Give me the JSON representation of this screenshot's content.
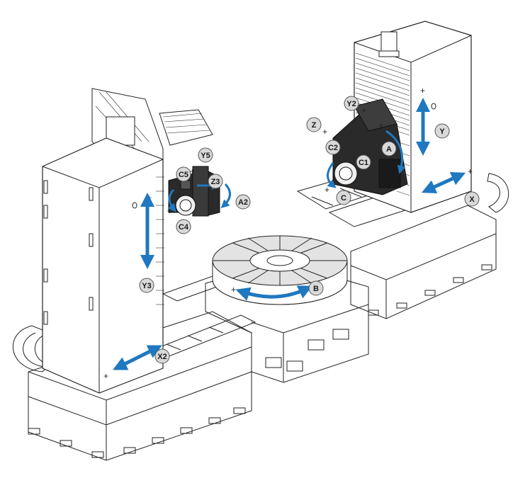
{
  "colors": {
    "axis_arrow": "#1f78c0",
    "label_fill": "#d9d9d9",
    "outline": "#222222",
    "head_dark": "#2a2a2a"
  },
  "labels": {
    "y": "Y",
    "y2": "Y2",
    "z": "Z",
    "a": "A",
    "c1": "C1",
    "c2": "C2",
    "c": "C",
    "x": "X",
    "y5": "Y5",
    "c5": "C5",
    "z3": "Z3",
    "a2": "A2",
    "c4": "C4",
    "y3": "Y3",
    "b": "B",
    "x2": "X2"
  }
}
